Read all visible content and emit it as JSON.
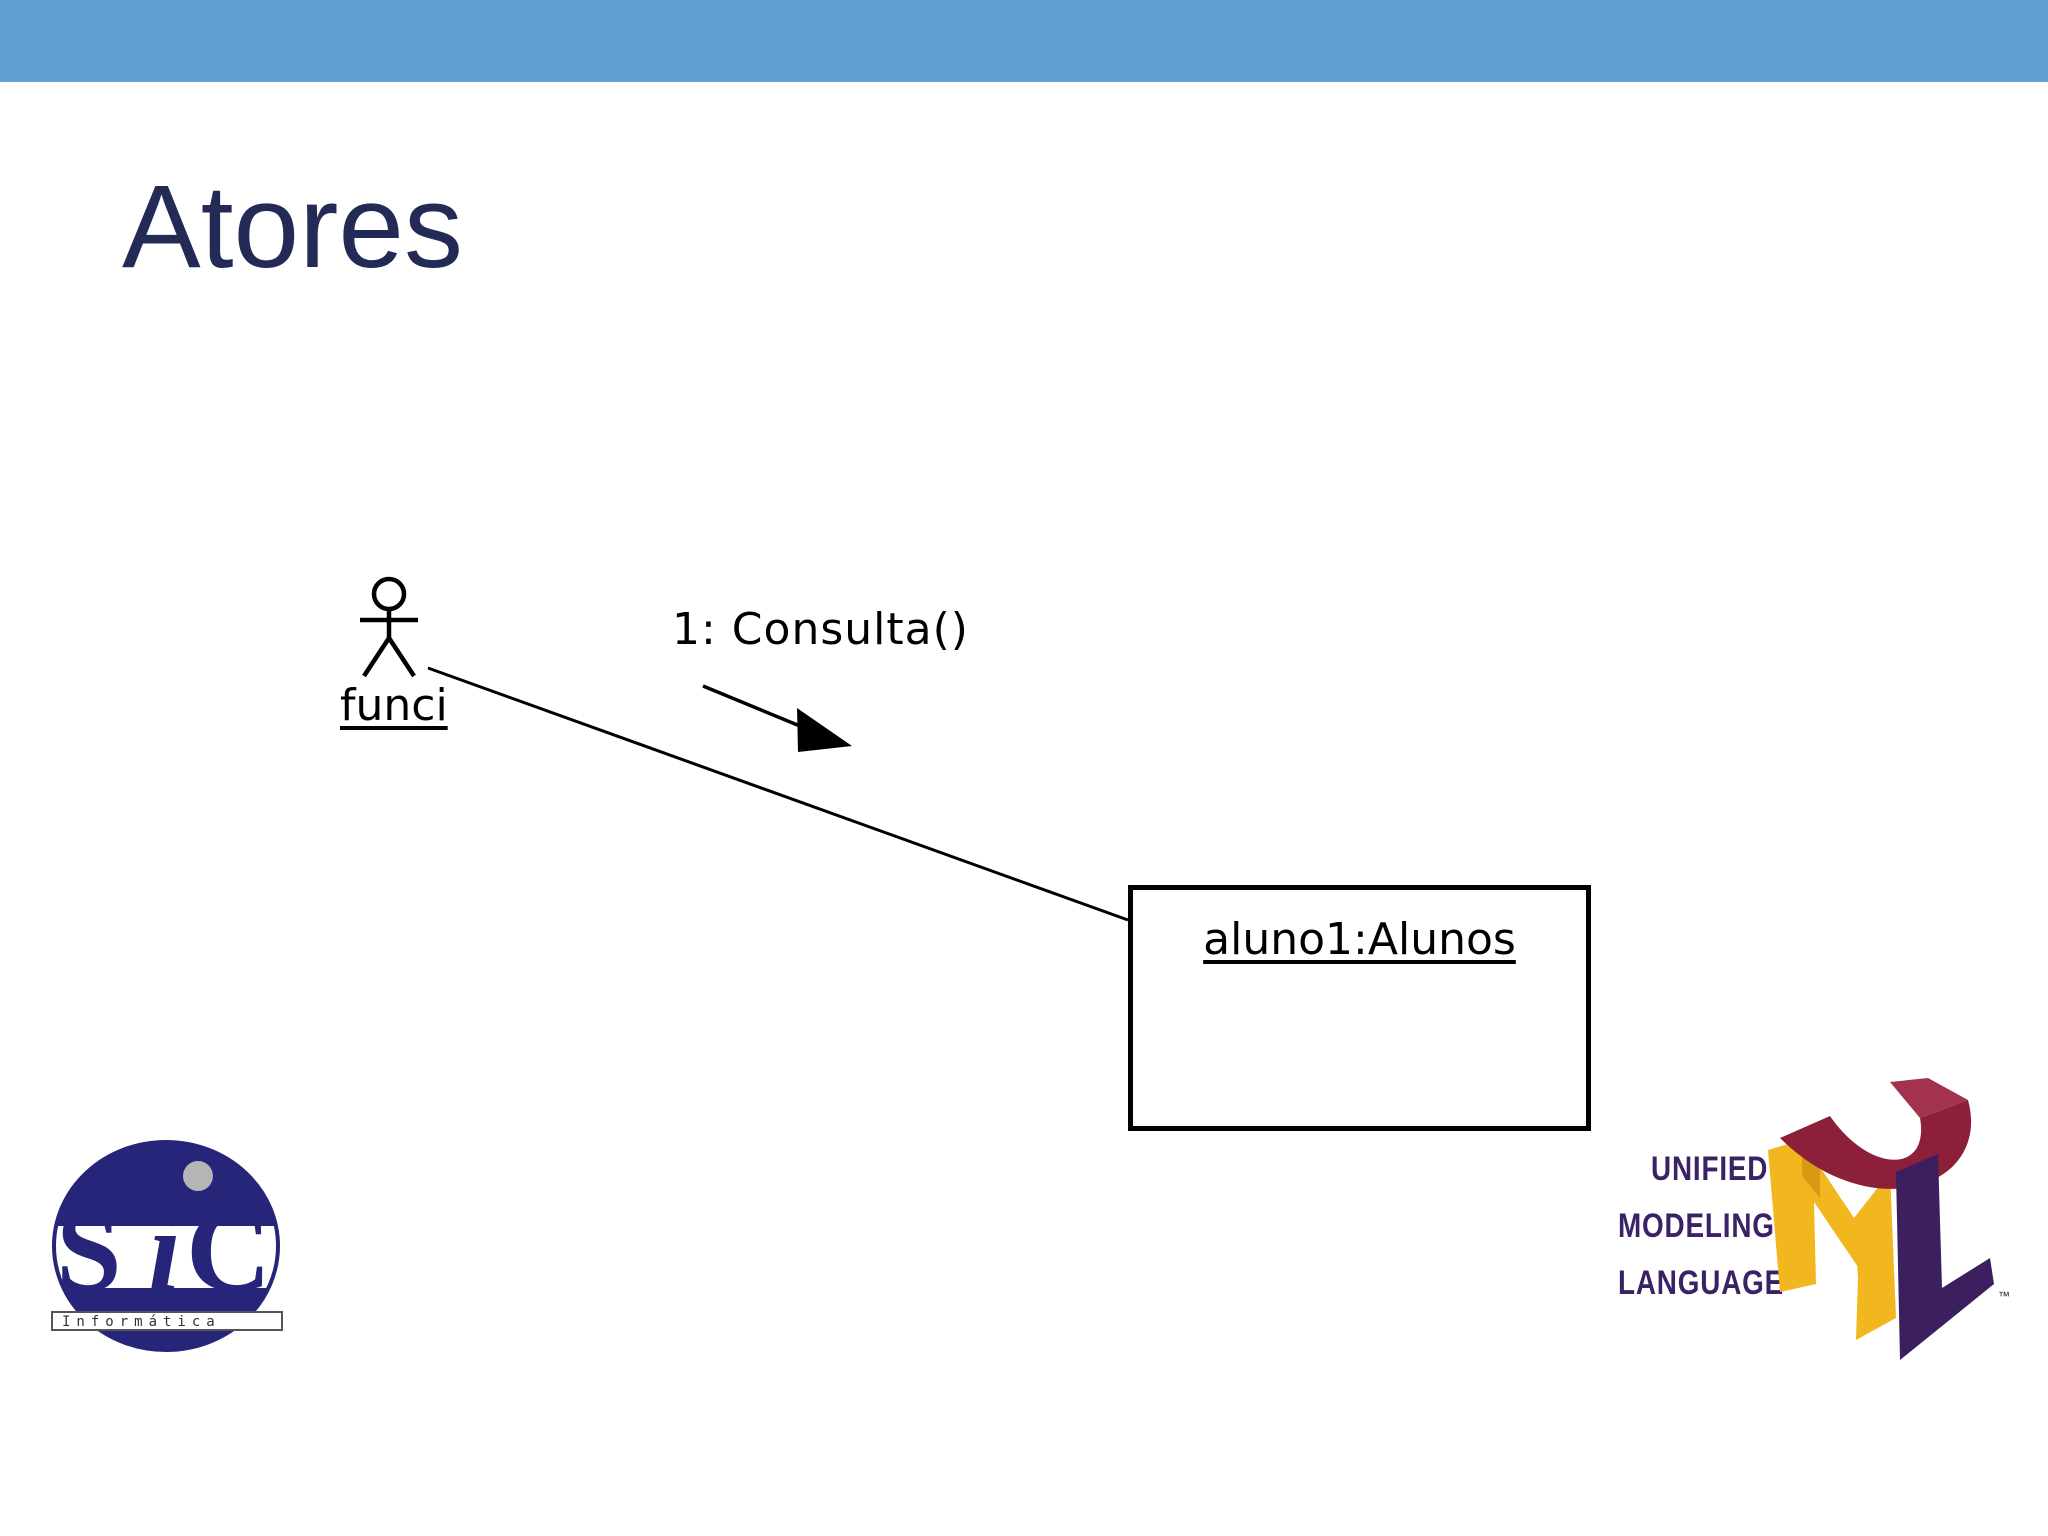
{
  "slide": {
    "title": "Atores",
    "header_color": "#62a0d1",
    "title_color": "#232a56"
  },
  "diagram": {
    "actor": {
      "name": "funci",
      "icon": "stick-figure-icon"
    },
    "message": {
      "label": "1: Consulta()",
      "direction": "actor-to-object"
    },
    "object": {
      "label": "aluno1:Alunos"
    }
  },
  "logos": {
    "left": {
      "name": "sic-logo",
      "letters": "SIC",
      "subtext": "Informática"
    },
    "right": {
      "name": "uml-logo",
      "lines": [
        "UNIFIED",
        "MODELING",
        "LANGUAGE"
      ],
      "letters": "UML",
      "tm": "™"
    }
  }
}
